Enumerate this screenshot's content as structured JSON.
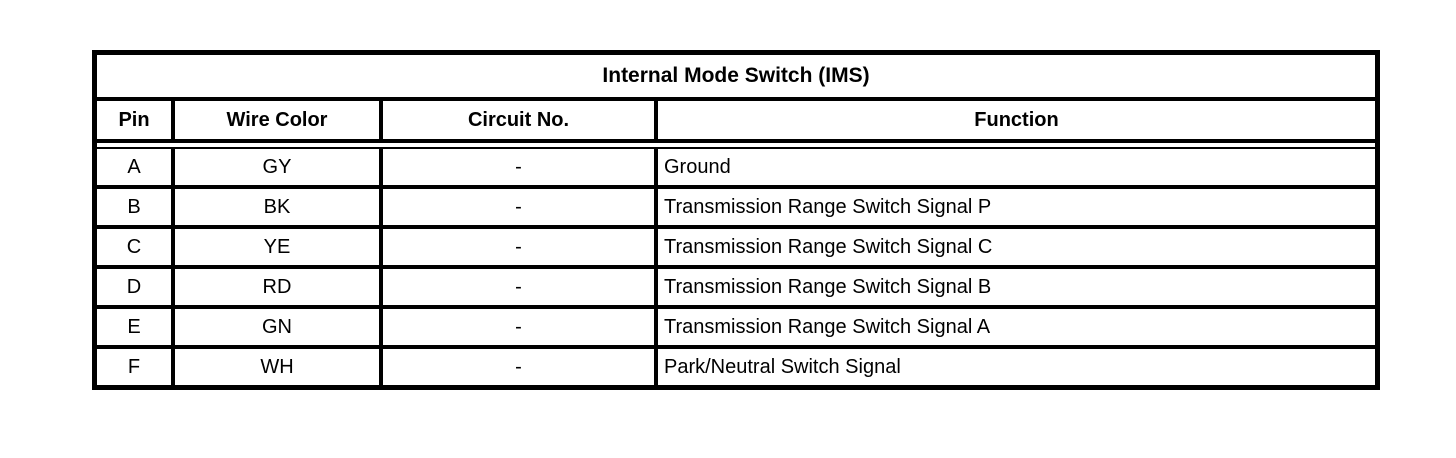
{
  "page": {
    "background_color": "#ffffff",
    "border_color": "#000000"
  },
  "table": {
    "title": "Internal Mode Switch (IMS)",
    "columns": [
      "Pin",
      "Wire Color",
      "Circuit No.",
      "Function"
    ],
    "rows": [
      {
        "pin": "A",
        "wire_color": "GY",
        "circuit_no": "-",
        "function": "Ground"
      },
      {
        "pin": "B",
        "wire_color": "BK",
        "circuit_no": "-",
        "function": "Transmission Range Switch Signal P"
      },
      {
        "pin": "C",
        "wire_color": "YE",
        "circuit_no": "-",
        "function": "Transmission Range Switch Signal C"
      },
      {
        "pin": "D",
        "wire_color": "RD",
        "circuit_no": "-",
        "function": "Transmission Range Switch Signal B"
      },
      {
        "pin": "E",
        "wire_color": "GN",
        "circuit_no": "-",
        "function": "Transmission Range Switch Signal A"
      },
      {
        "pin": "F",
        "wire_color": "WH",
        "circuit_no": "-",
        "function": "Park/Neutral Switch Signal"
      }
    ]
  }
}
